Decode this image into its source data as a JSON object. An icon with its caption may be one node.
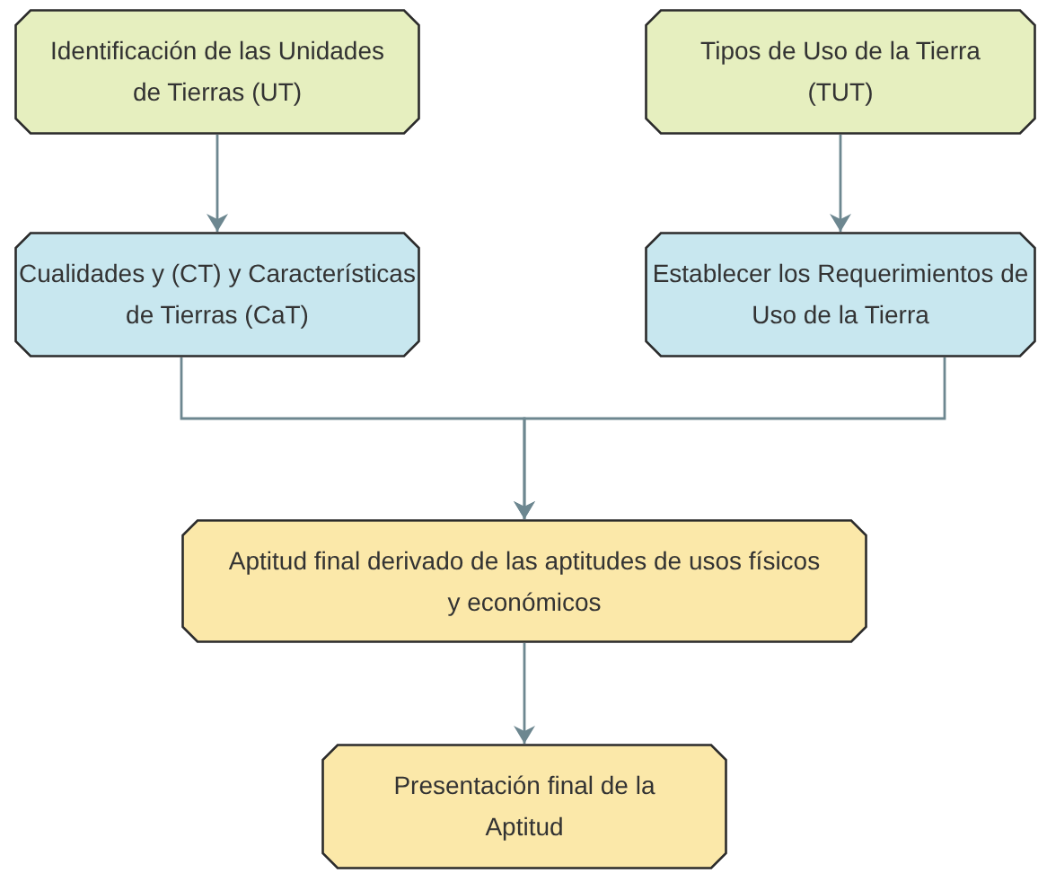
{
  "diagram": {
    "nodes": [
      {
        "text": [
          "Identificación de las Unidades de Tierras (UT)"
        ]
      },
      {
        "text": [
          "Tipos de Uso de la Tierra (TUT)"
        ]
      },
      {
        "text": [
          "Cualidades y (CT) y Características de Tierras (CaT)"
        ]
      },
      {
        "text": [
          "Establecer los Requerimientos de Uso de la Tierra"
        ]
      },
      {
        "text": [
          "Aptitud final derivado de las aptitudes de usos físicos y económicos"
        ]
      },
      {
        "text": [
          "Presentación final de la Aptitud"
        ]
      }
    ],
    "edges": [
      {
        "from": 0,
        "to": 2,
        "arrow": "to"
      },
      {
        "from": 1,
        "to": 3,
        "arrow": "to"
      },
      {
        "from": 2,
        "to": 4,
        "arrow": "to"
      },
      {
        "from": 3,
        "to": 4,
        "arrow": "to"
      },
      {
        "from": 4,
        "to": 5,
        "arrow": "to"
      }
    ]
  }
}
